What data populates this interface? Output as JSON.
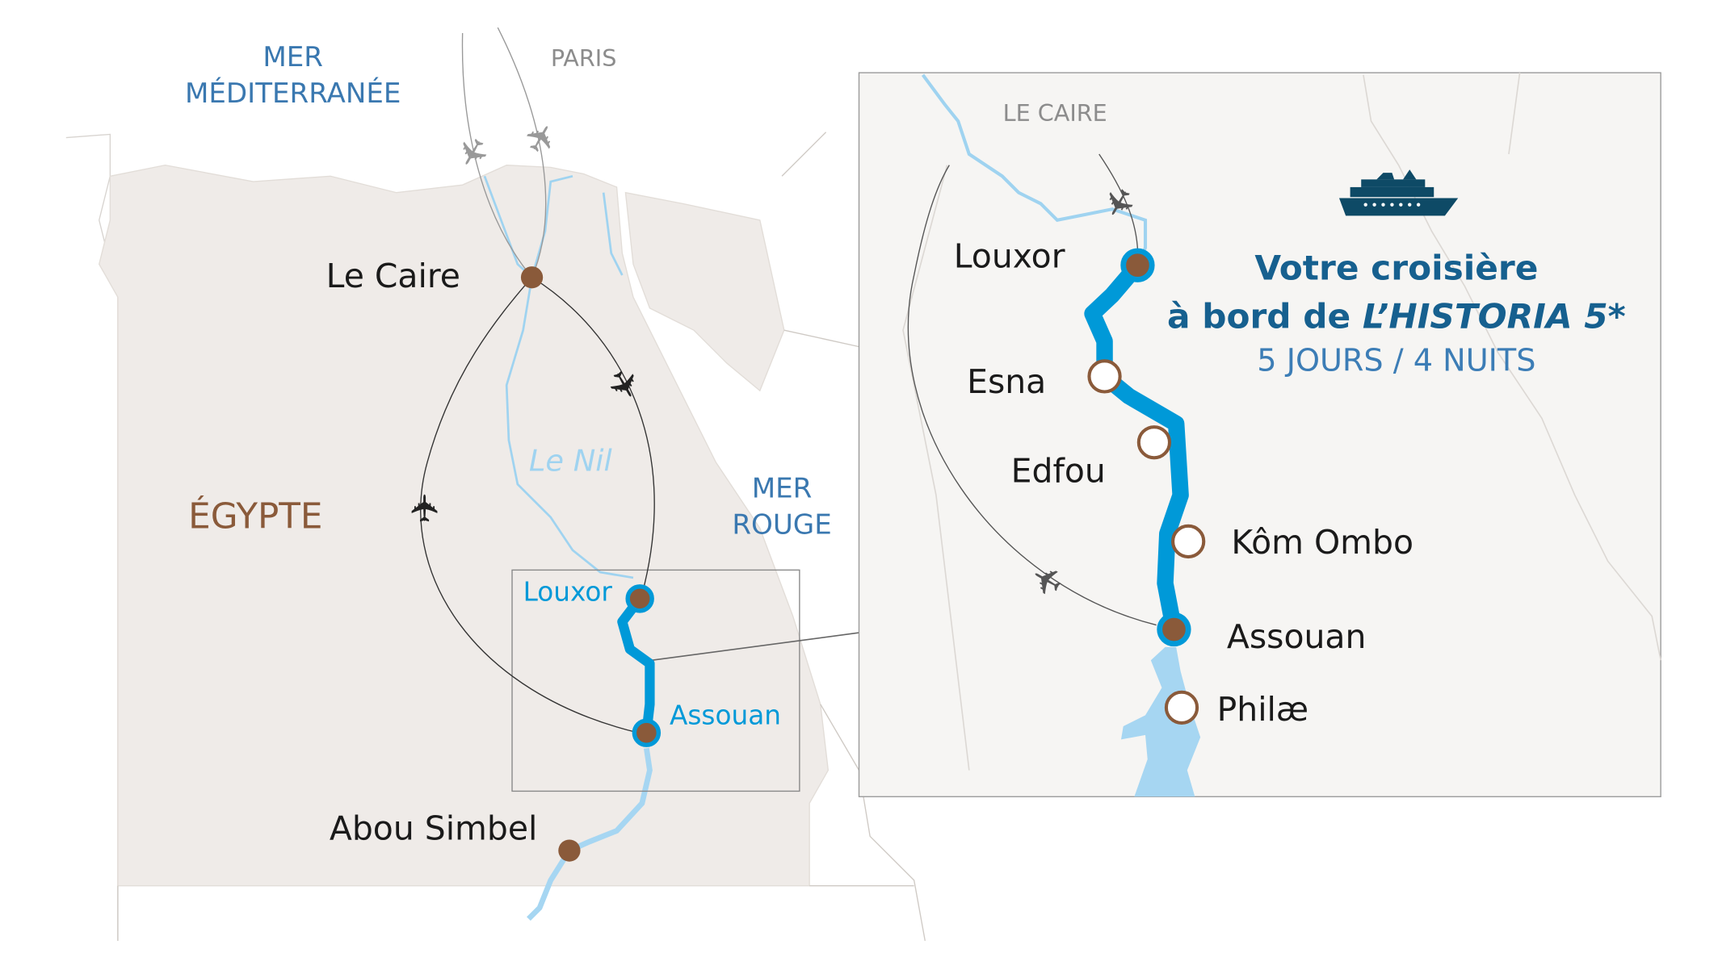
{
  "main_map": {
    "sea_north": [
      "MER",
      "MÉDITERRANÉE"
    ],
    "sea_east": [
      "MER",
      "ROUGE"
    ],
    "origin": "PARIS",
    "country": "ÉGYPTE",
    "river": "Le Nil",
    "cities": {
      "cairo": "Le Caire",
      "luxor": "Louxor",
      "aswan": "Assouan",
      "abu_simbel": "Abou Simbel"
    }
  },
  "inset": {
    "origin": "LE CAIRE",
    "stops": [
      "Louxor",
      "Esna",
      "Edfou",
      "Kôm Ombo",
      "Assouan",
      "Philæ"
    ],
    "title_line1": "Votre croisière",
    "title_line2_prefix": "à bord de ",
    "ship_name": "L’HISTORIA 5*",
    "duration": "5 JOURS / 4 NUITS",
    "icon": "cruise-ship-icon"
  },
  "colors": {
    "land": "#efebe8",
    "inset_bg": "#f6f5f3",
    "cruise_route": "#0099d8",
    "river": "#9fd3f0",
    "city_dot": "#8a5a3a",
    "title": "#16608f",
    "sea_text": "#3a78b0"
  }
}
